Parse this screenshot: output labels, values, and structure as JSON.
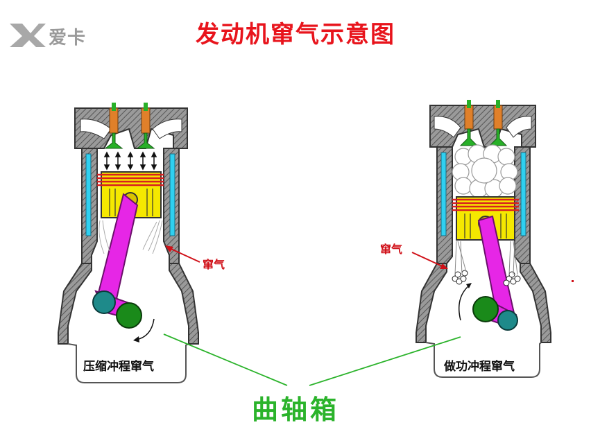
{
  "title": "发动机窜气示意图",
  "logo": {
    "text": "爱卡",
    "name": "xcar-logo"
  },
  "left_engine": {
    "label": "压缩冲程窜气",
    "blowby_label": "窜气"
  },
  "right_engine": {
    "label": "做功冲程窜气",
    "blowby_label": "窜气"
  },
  "crankcase_label": "曲轴箱",
  "colors": {
    "title": "#e8141c",
    "callout": "#d01018",
    "crankcase": "#2bb32b",
    "rod": "#e626e6",
    "piston": "#f5e800",
    "coolant": "#2fd0f0",
    "valve_spring": "#e0802a",
    "valve": "#28b028"
  }
}
